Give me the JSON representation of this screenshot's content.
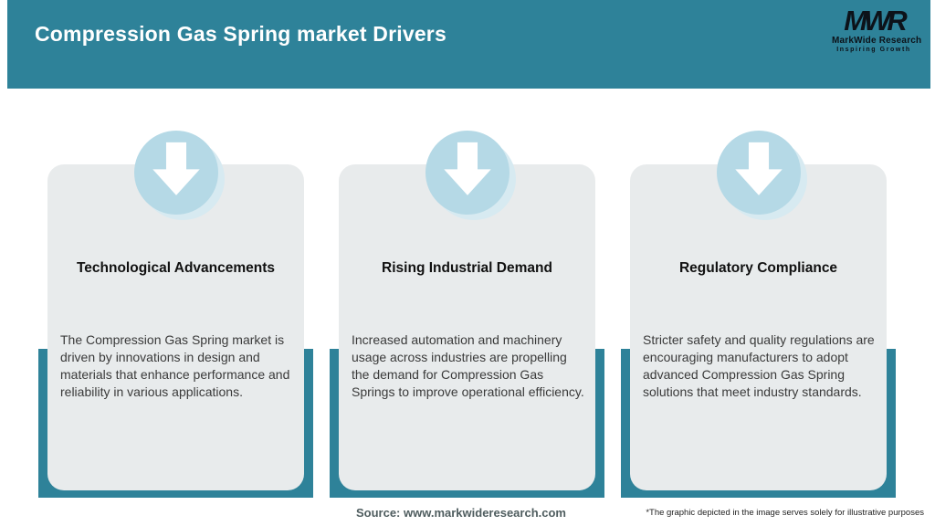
{
  "header": {
    "title": "Compression Gas Spring market Drivers",
    "logo": {
      "acronym": "MWR",
      "name": "MarkWide Research",
      "tagline": "Inspiring Growth"
    }
  },
  "cards": [
    {
      "icon": "down-arrow-icon",
      "title": "Technological Advancements",
      "description": "The Compression Gas Spring market is driven by innovations in design and materials that enhance performance and reliability in various applications."
    },
    {
      "icon": "down-arrow-icon",
      "title": "Rising Industrial Demand",
      "description": "Increased automation and machinery usage across industries are propelling the demand for Compression Gas Springs to improve operational efficiency."
    },
    {
      "icon": "down-arrow-icon",
      "title": "Regulatory Compliance",
      "description": "Stricter safety and quality regulations are encouraging manufacturers to adopt advanced Compression Gas Spring solutions that meet industry standards."
    }
  ],
  "footer": {
    "source": "Source: www.markwideresearch.com",
    "disclaimer": "*The graphic depicted in the image serves solely for illustrative purposes"
  },
  "colors": {
    "header_teal": "#2e8299",
    "frame_teal": "#2e8299",
    "circle_blue": "#b5d9e6",
    "circle_shadow_blue": "#d7eaf1",
    "card_gray": "#e8ebec",
    "title_text": "#111111",
    "body_text": "#3a3a3a",
    "header_text": "#ffffff",
    "logo_text": "#0c1219",
    "source_text": "#4f5d5f"
  }
}
